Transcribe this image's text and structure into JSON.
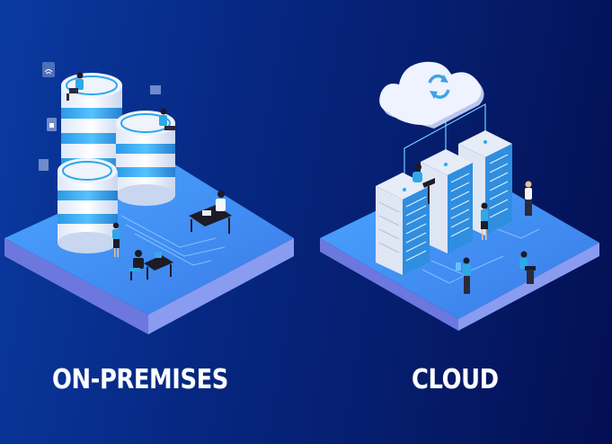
{
  "illustration": {
    "left_panel": {
      "label": "ON-PREMISES",
      "elements": [
        "database-stack-1",
        "database-stack-2",
        "database-stack-3",
        "wifi-icon",
        "lock-icon",
        "mail-icon",
        "person-sitting-laptop",
        "person-at-desk",
        "person-standing",
        "person-at-computer"
      ]
    },
    "right_panel": {
      "label": "CLOUD",
      "elements": [
        "cloud-sync-icon",
        "server-rack-1",
        "server-rack-2",
        "server-rack-3",
        "person-sitting-laptop",
        "person-standing-tablet",
        "person-standing",
        "person-with-tablet",
        "person-sitting-laptop-edge"
      ]
    },
    "colors": {
      "background_start": "#0a3aa0",
      "background_end": "#040f52",
      "platform_top": "#3f8cf0",
      "platform_side": "#6a7ee8",
      "accent_cyan": "#2fa8e8",
      "white": "#ffffff"
    }
  }
}
